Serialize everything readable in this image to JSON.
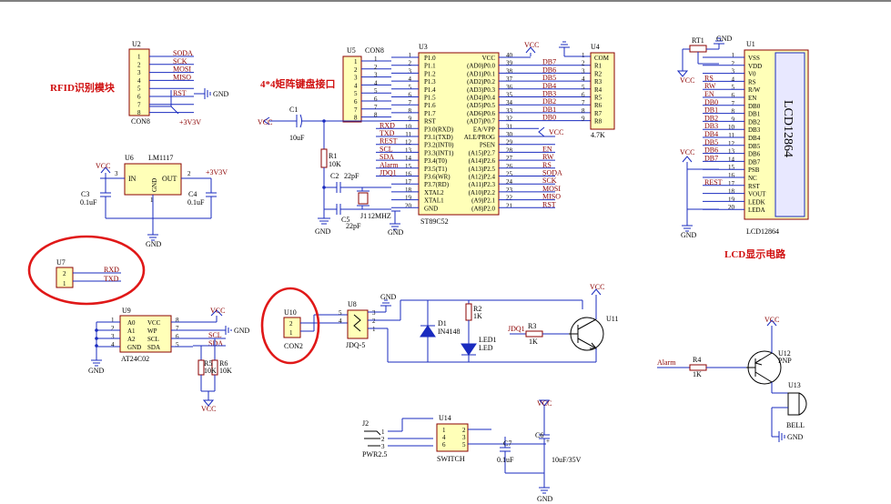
{
  "headings": {
    "rfid": "RFID识别模块",
    "keypad": "4*4矩阵键盘接口",
    "lcd": "LCD显示电路"
  },
  "power": {
    "vcc": "VCC",
    "gnd": "GND",
    "v33": "+3V3V"
  },
  "u2": {
    "ref": "U2",
    "type": "CON8",
    "pins": [
      "1",
      "2",
      "3",
      "4",
      "5",
      "6",
      "7",
      "8"
    ],
    "nets": [
      "SODA",
      "SCK",
      "MOSI",
      "MISO",
      "",
      "RST",
      "",
      ""
    ]
  },
  "u6": {
    "ref": "U6",
    "type": "LM1117",
    "in": "IN",
    "out": "OUT",
    "gnd": "GND",
    "pin_in": "3",
    "pin_out": "2",
    "pin_gnd": "1"
  },
  "c3": {
    "ref": "C3",
    "value": "0.1uF"
  },
  "c4": {
    "ref": "C4",
    "value": "0.1uF"
  },
  "u7": {
    "ref": "U7",
    "pins": [
      "2",
      "1"
    ],
    "nets": [
      "RXD",
      "TXD"
    ]
  },
  "u9": {
    "ref": "U9",
    "type": "AT24C02",
    "left": [
      "A0",
      "A1",
      "A2",
      "GND"
    ],
    "left_pins": [
      "1",
      "2",
      "3",
      "4"
    ],
    "right": [
      "VCC",
      "WP",
      "SCL",
      "SDA"
    ],
    "right_pins": [
      "8",
      "7",
      "6",
      "5"
    ],
    "nets": [
      "SCL",
      "SDA"
    ]
  },
  "r5": {
    "ref": "R5",
    "value": "10K"
  },
  "r6": {
    "ref": "R6",
    "value": "10K"
  },
  "u5": {
    "ref": "U5",
    "type": "CON8",
    "pins": [
      "1",
      "2",
      "3",
      "4",
      "5",
      "6",
      "7",
      "8"
    ]
  },
  "u3": {
    "ref": "U3",
    "type": "ST89C52",
    "left": [
      "P1.0",
      "P1.1",
      "P1.2",
      "P1.3",
      "P1.4",
      "P1.5",
      "P1.6",
      "P1.7",
      "RST",
      "P3.0(RXD)",
      "P3.1(TXD)",
      "P3.2(INT0)",
      "P3.3(INT1)",
      "P3.4(T0)",
      "P3.5(T1)",
      "P3.6(WR)",
      "P3.7(RD)",
      "XTAL2",
      "XTAL1",
      "GND"
    ],
    "left_pins": [
      "1",
      "2",
      "3",
      "4",
      "5",
      "6",
      "7",
      "8",
      "9",
      "10",
      "11",
      "12",
      "13",
      "14",
      "15",
      "16",
      "17",
      "18",
      "19",
      "20"
    ],
    "left_nets": [
      "",
      "",
      "",
      "",
      "",
      "",
      "",
      "",
      "",
      "RXD",
      "TXD",
      "REST",
      "SCL",
      "SDA",
      "Alarm",
      "JDQ1",
      "",
      "",
      "",
      ""
    ],
    "right": [
      "VCC",
      "(AD0)P0.0",
      "(AD1)P0.1",
      "(AD2)P0.2",
      "(AD3)P0.3",
      "(AD4)P0.4",
      "(AD5)P0.5",
      "(AD6)P0.6",
      "(AD7)P0.7",
      "EA/VPP",
      "ALE/PROG",
      "PSEN",
      "(A15)P2.7",
      "(A14)P2.6",
      "(A13)P2.5",
      "(A12)P2.4",
      "(A11)P2.3",
      "(A10)P2.2",
      "(A9)P2.1",
      "(A8)P2.0"
    ],
    "right_pins": [
      "40",
      "39",
      "38",
      "37",
      "36",
      "35",
      "34",
      "33",
      "32",
      "31",
      "30",
      "29",
      "28",
      "27",
      "26",
      "25",
      "24",
      "23",
      "22",
      "21"
    ],
    "right_nets": [
      "",
      "DB7",
      "DB6",
      "DB5",
      "DB4",
      "DB3",
      "DB2",
      "DB1",
      "DB0",
      "",
      "",
      "",
      "EN",
      "RW",
      "RS",
      "SODA",
      "SCK",
      "MOSI",
      "MISO",
      "RST"
    ]
  },
  "u4": {
    "ref": "U4",
    "value": "4.7K",
    "labels": [
      "COM",
      "R1",
      "R2",
      "R3",
      "R4",
      "R5",
      "R6",
      "R7",
      "R8"
    ],
    "pins": [
      "1",
      "2",
      "3",
      "4",
      "5",
      "6",
      "7",
      "8",
      "9"
    ]
  },
  "c1": {
    "ref": "C1",
    "value": "10uF"
  },
  "r1": {
    "ref": "R1",
    "value": "10K"
  },
  "c2": {
    "ref": "C2",
    "value": "22pF"
  },
  "c5": {
    "ref": "C5",
    "value": "22pF"
  },
  "j1": {
    "ref": "J1",
    "value": "12MHZ"
  },
  "rt1": {
    "ref": "RT1"
  },
  "u1": {
    "ref": "U1",
    "type": "LCD12864",
    "panel": "LCD12864",
    "pins": [
      "1",
      "2",
      "3",
      "4",
      "5",
      "6",
      "7",
      "8",
      "9",
      "10",
      "11",
      "12",
      "13",
      "14",
      "15",
      "16",
      "17",
      "18",
      "19",
      "20"
    ],
    "labels": [
      "VSS",
      "VDD",
      "V0",
      "RS",
      "R/W",
      "EN",
      "DB0",
      "DB1",
      "DB2",
      "DB3",
      "DB4",
      "DB5",
      "DB6",
      "DB7",
      "PSB",
      "NC",
      "RST",
      "VOUT",
      "LEDK",
      "LEDA"
    ],
    "nets": [
      "",
      "",
      "",
      "RS",
      "RW",
      "EN",
      "DB0",
      "DB1",
      "DB2",
      "DB3",
      "DB4",
      "DB5",
      "DB6",
      "DB7",
      "",
      "",
      "REST",
      "",
      "",
      ""
    ]
  },
  "u10": {
    "ref": "U10",
    "type": "CON2",
    "pins": [
      "2",
      "1"
    ]
  },
  "u8": {
    "ref": "U8",
    "type": "JDQ-5",
    "pins": [
      "5",
      "4",
      "3",
      "2",
      "1"
    ]
  },
  "d1": {
    "ref": "D1",
    "type": "IN4148"
  },
  "r2": {
    "ref": "R2",
    "value": "1K"
  },
  "led1": {
    "ref": "LED1",
    "type": "LED"
  },
  "r3": {
    "ref": "R3",
    "value": "1K",
    "net": "JDQ1"
  },
  "u11": {
    "ref": "U11"
  },
  "r4": {
    "ref": "R4",
    "value": "1K",
    "net": "Alarm"
  },
  "u12": {
    "ref": "U12",
    "type": "PNP"
  },
  "u13": {
    "ref": "U13",
    "type": "BELL"
  },
  "j2": {
    "ref": "J2",
    "type": "PWR2.5",
    "pins": [
      "1",
      "2",
      "3"
    ]
  },
  "u14": {
    "ref": "U14",
    "type": "SWITCH",
    "left_pins": [
      "1",
      "4",
      "6"
    ],
    "right_pins": [
      "2",
      "3",
      "5"
    ]
  },
  "c7": {
    "ref": "C7",
    "value": "0.1uF"
  },
  "c6": {
    "ref": "C6",
    "value": "10uF/35V"
  }
}
